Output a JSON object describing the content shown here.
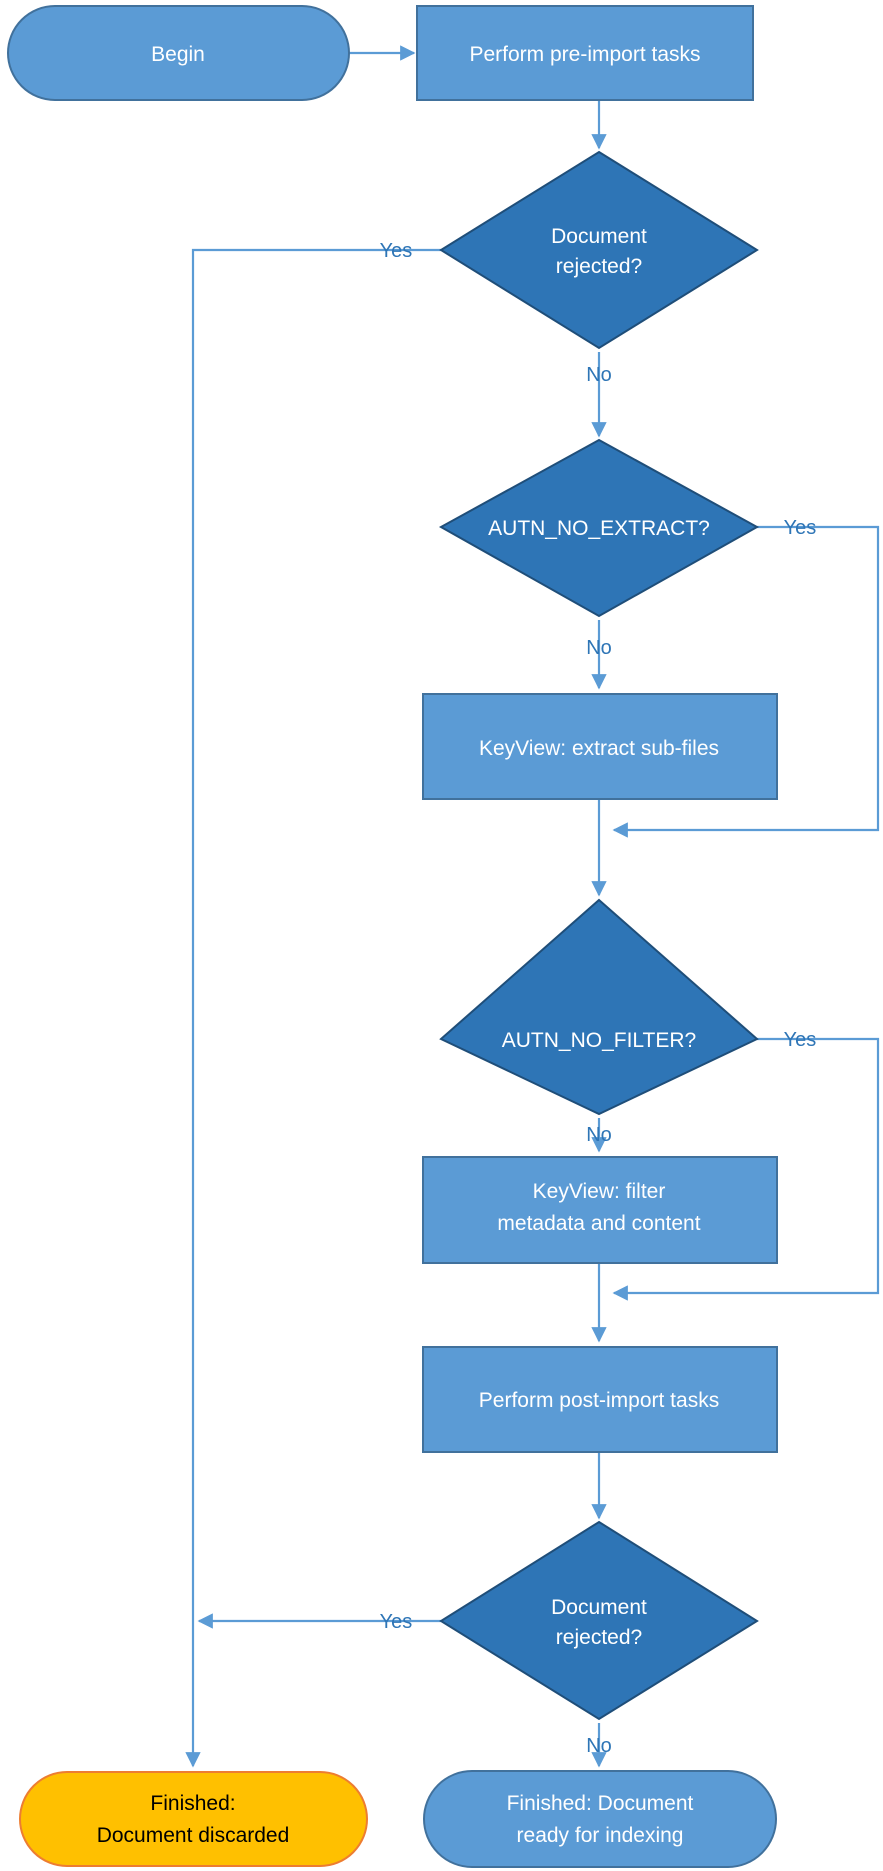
{
  "diagram": {
    "title": "Document import process flowchart",
    "colors": {
      "process_fill": "#5B9BD5",
      "process_stroke": "#41719C",
      "decision_fill": "#2E75B6",
      "decision_stroke": "#1F4E79",
      "terminator_blue_fill": "#5B9BD5",
      "terminator_blue_stroke": "#41719C",
      "terminator_orange_fill": "#FFC000",
      "terminator_orange_stroke": "#ED7D31",
      "connector": "#5B9BD5",
      "label_text": "#2E75B6",
      "node_text_light": "#FFFFFF",
      "node_text_dark": "#000000"
    },
    "nodes": [
      {
        "id": "begin",
        "type": "terminator",
        "label": "Begin"
      },
      {
        "id": "pre_import",
        "type": "process",
        "label": "Perform pre-import tasks"
      },
      {
        "id": "rejected_1",
        "type": "decision",
        "label_line1": "Document",
        "label_line2": "rejected?"
      },
      {
        "id": "no_extract",
        "type": "decision",
        "label": "AUTN_NO_EXTRACT?"
      },
      {
        "id": "extract",
        "type": "process",
        "label": "KeyView: extract sub-files"
      },
      {
        "id": "no_filter",
        "type": "decision",
        "label": "AUTN_NO_FILTER?"
      },
      {
        "id": "filter",
        "type": "process",
        "label_line1": "KeyView: filter",
        "label_line2": "metadata and content"
      },
      {
        "id": "post_import",
        "type": "process",
        "label": "Perform post-import tasks"
      },
      {
        "id": "rejected_2",
        "type": "decision",
        "label_line1": "Document",
        "label_line2": "rejected?"
      },
      {
        "id": "discarded",
        "type": "terminator",
        "label_line1": "Finished:",
        "label_line2": "Document discarded"
      },
      {
        "id": "ready",
        "type": "terminator",
        "label_line1": "Finished: Document",
        "label_line2": "ready for indexing"
      }
    ],
    "edge_labels": {
      "rejected_1_yes": "Yes",
      "rejected_1_no": "No",
      "no_extract_yes": "Yes",
      "no_extract_no": "No",
      "no_filter_yes": "Yes",
      "no_filter_no": "No",
      "rejected_2_yes": "Yes",
      "rejected_2_no": "No"
    }
  }
}
